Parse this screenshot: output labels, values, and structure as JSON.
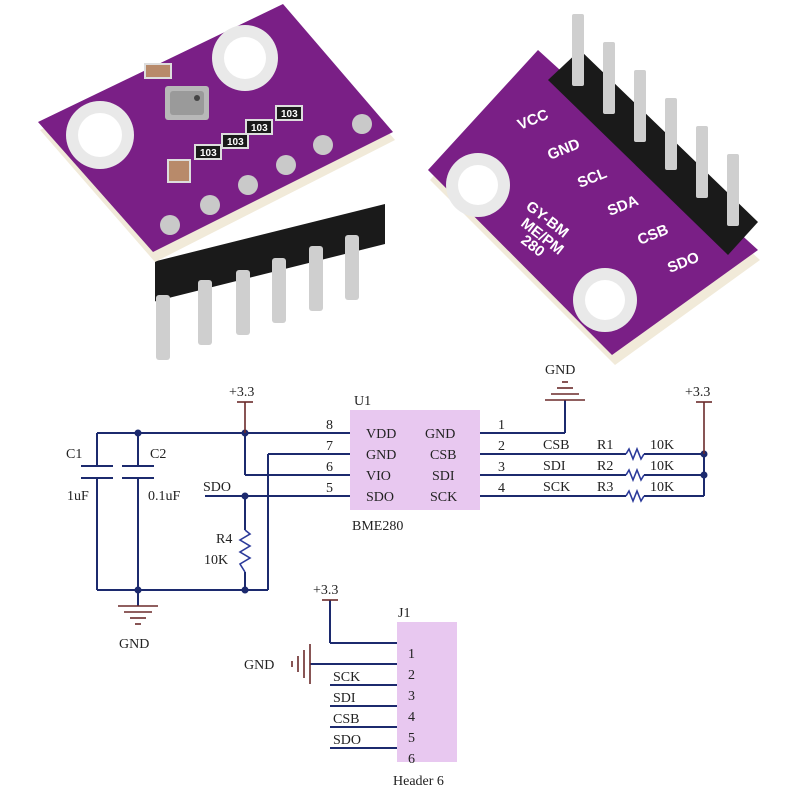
{
  "colors": {
    "pcb": "#7a1f86",
    "pcb_dark": "#4e0f57",
    "ic_fill": "#e8c8f0",
    "header_fill": "#e8c8f0",
    "wire": "#1c2a6e",
    "pin": "#c9c9c9"
  },
  "board": {
    "front_pin_labels": [
      "VCC",
      "GND",
      "SCL",
      "SDA",
      "CSB",
      "SDO"
    ],
    "model_text": [
      "GY-BM",
      "ME/PM",
      "280"
    ],
    "smd_labels": [
      "103",
      "103",
      "103",
      "103"
    ]
  },
  "schematic": {
    "u1": {
      "ref": "U1",
      "name": "BME280",
      "pins": [
        {
          "num": "8",
          "name": "VDD"
        },
        {
          "num": "7",
          "name": "GND"
        },
        {
          "num": "6",
          "name": "VIO"
        },
        {
          "num": "5",
          "name": "SDO"
        },
        {
          "num": "1",
          "name": "GND"
        },
        {
          "num": "2",
          "name": "CSB"
        },
        {
          "num": "3",
          "name": "SDI"
        },
        {
          "num": "4",
          "name": "SCK"
        }
      ]
    },
    "power": {
      "v33_left": "+3.3",
      "v33_right": "+3.3",
      "v33_header": "+3.3",
      "gnd_top": "GND",
      "gnd_left": "GND",
      "gnd_header": "GND"
    },
    "caps": [
      {
        "ref": "C1",
        "value": "1uF"
      },
      {
        "ref": "C2",
        "value": "0.1uF"
      }
    ],
    "r4": {
      "ref": "R4",
      "value": "10K"
    },
    "sdo_net": "SDO",
    "pullups": [
      {
        "net": "CSB",
        "ref": "R1",
        "value": "10K"
      },
      {
        "net": "SDI",
        "ref": "R2",
        "value": "10K"
      },
      {
        "net": "SCK",
        "ref": "R3",
        "value": "10K"
      }
    ],
    "j1": {
      "ref": "J1",
      "name": "Header 6",
      "pins": [
        "1",
        "2",
        "3",
        "4",
        "5",
        "6"
      ],
      "nets": [
        "SCK",
        "SDI",
        "CSB",
        "SDO"
      ]
    }
  }
}
